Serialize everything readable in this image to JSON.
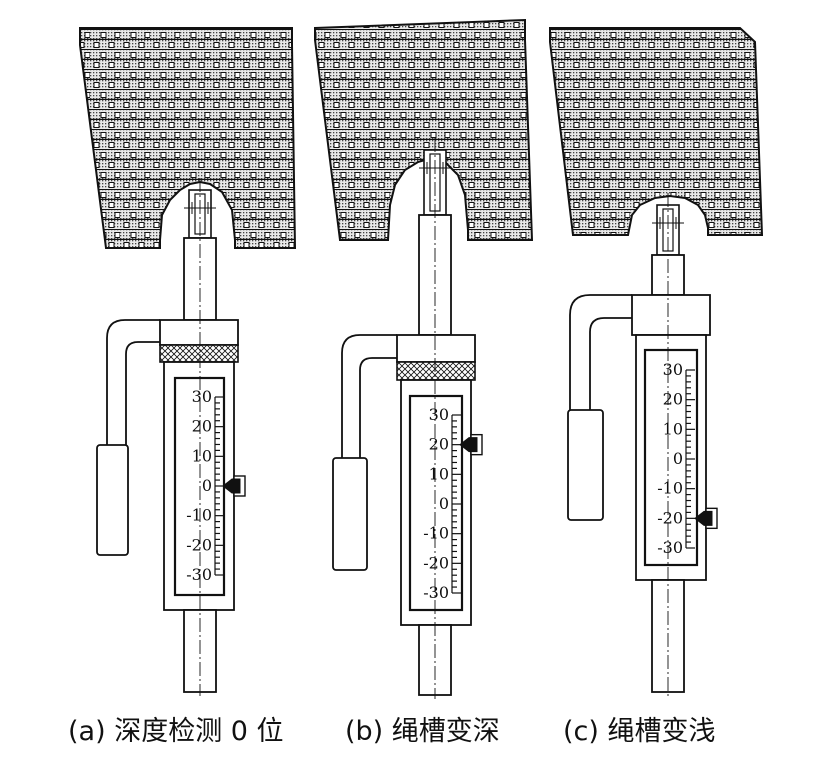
{
  "panels": [
    {
      "id": "a",
      "caption": "(a) 深度检测 0 位",
      "pointer_value": 0
    },
    {
      "id": "b",
      "caption": "(b) 绳槽变深",
      "pointer_value": 20
    },
    {
      "id": "c",
      "caption": "(c) 绳槽变浅",
      "pointer_value": -20
    }
  ],
  "scale": {
    "tick_labels": [
      "30",
      "20",
      "10",
      "0",
      "-10",
      "-20",
      "-30"
    ],
    "max": 30,
    "min": -30,
    "major_step": 10,
    "minor_step": 2
  },
  "colors": {
    "stroke": "#111111",
    "background": "#ffffff"
  }
}
